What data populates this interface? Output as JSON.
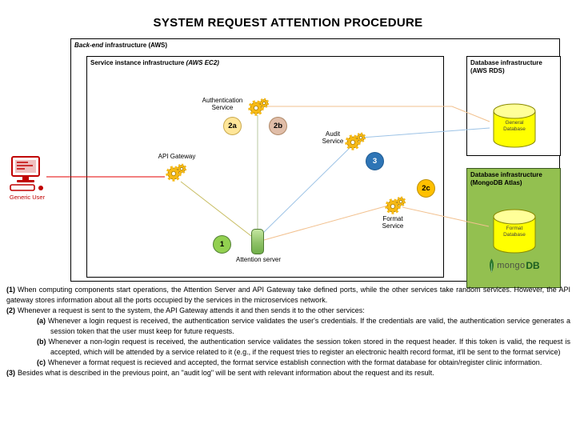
{
  "title": "SYSTEM REQUEST ATTENTION PROCEDURE",
  "diagram": {
    "aws_box": {
      "em": "Back-end",
      "rest": " infrastructure (AWS)"
    },
    "ec2_box": {
      "rest": "Service instance infrastructure ",
      "em": "(AWS EC2)"
    },
    "rds_box": {
      "label": "Database infrastructure (AWS RDS)",
      "database": "General Database"
    },
    "mongo_box": {
      "label": "Database infrastructure (MongoDB Atlas)",
      "database": "Format Database",
      "logo_mongo": "mongo",
      "logo_db": "DB"
    },
    "user": {
      "label": "Generic User"
    },
    "services": {
      "auth": {
        "line1": "Authentication",
        "line2": "Service"
      },
      "gateway": {
        "label": "API Gateway"
      },
      "audit": {
        "line1": "Audit",
        "line2": "Service"
      },
      "format": {
        "line1": "Format",
        "line2": "Service"
      },
      "server": {
        "label": "Attention server"
      }
    },
    "steps": {
      "s1": "1",
      "s2a": "2a",
      "s2b": "2b",
      "s2c": "2c",
      "s3": "3"
    }
  },
  "colors": {
    "user_red": "#c00000",
    "connector_red": "#e60000",
    "connector_blue": "#9dc3e6",
    "connector_orange": "#f2c18f",
    "gear_gold": "#f6b915",
    "db_yellow": "#ffff00",
    "mongo_green": "#93c050",
    "step1_green": "#92d050",
    "step2a_yellow": "#ffe699",
    "step2b_tan": "#e0bda8",
    "step2c_amber": "#ffc000",
    "step3_blue": "#2e75b6"
  },
  "notes": [
    {
      "prefix": "(1)",
      "text": "When computing components start operations, the Attention Server and API Gateway take defined ports, while the other services take random services. However, the API gateway stores information about all the ports occupied by the services in the microservices network."
    },
    {
      "prefix": "(2)",
      "text": "Whenever a request is sent to the system, the API Gateway attends it and then sends it to the other services:"
    },
    {
      "prefix": "(a)",
      "text": "Whenever a login request is received, the authentication service validates the user's credentials. If the credentials are valid, the authentication service generates a session token that the user must keep for future requests."
    },
    {
      "prefix": "(b)",
      "text": "Whenever a non-login request is received, the authentication service validates the session token stored in the request header. If this token is valid, the request is accepted, which will be attended by a service related to it (e.g., if the request tries to register an electronic health record format, it'll be sent to the format service)"
    },
    {
      "prefix": "(c)",
      "text": "Whenever a format request is recieved and accepted, the format service establish connection with the format database for obtain/register clinic information."
    },
    {
      "prefix": "(3)",
      "text": "Besides what is described in the previous point, an \"audit log\" will be sent with relevant information about the request and its result."
    }
  ]
}
